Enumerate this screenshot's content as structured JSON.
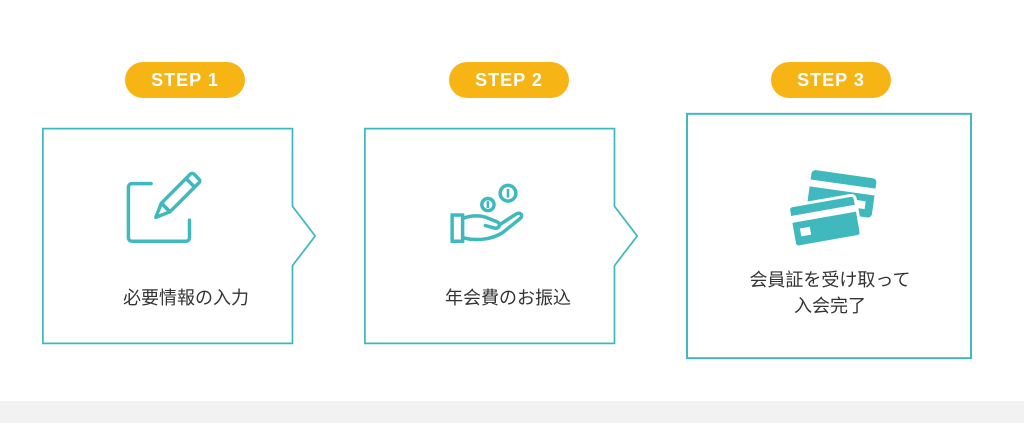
{
  "colors": {
    "accent_teal": "#3fb9be",
    "badge_yellow": "#f7b515",
    "text_dark": "#333333"
  },
  "steps": [
    {
      "badge": "STEP 1",
      "icon": "pencil-edit-icon",
      "label": "必要情報の入力"
    },
    {
      "badge": "STEP 2",
      "icon": "coins-hand-icon",
      "label": "年会費のお振込"
    },
    {
      "badge": "STEP 3",
      "icon": "cards-icon",
      "label": "会員証を受け取って\n入会完了"
    }
  ]
}
